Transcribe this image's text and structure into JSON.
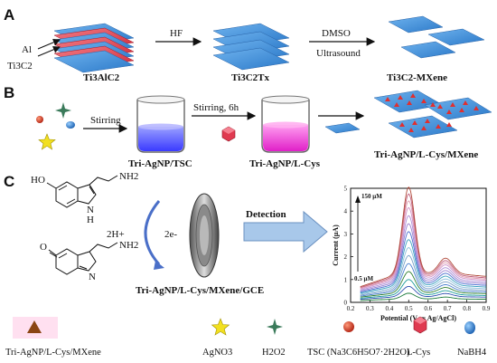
{
  "panels": {
    "a": {
      "letter": "A",
      "al_label": "Al",
      "ti3c2_label": "Ti3C2",
      "ti3alc2_label": "Ti3AlC2",
      "hf_label": "HF",
      "ti3c2tx_label": "Ti3C2Tx",
      "dmso_label": "DMSO",
      "ultrasound_label": "Ultrasound",
      "mxene_label": "Ti3C2-MXene"
    },
    "b": {
      "letter": "B",
      "stirring_label": "Stirring",
      "stirring6h_label": "Stirring, 6h",
      "tsc_label": "Tri-AgNP/TSC",
      "lcys_label": "Tri-AgNP/L-Cys",
      "composite_label": "Tri-AgNP/L-Cys/MXene"
    },
    "c": {
      "letter": "C",
      "proton_label": "2H+",
      "electron_label": "2e-",
      "detection_label": "Detection",
      "electrode_label": "Tri-AgNP/L-Cys/MXene/GCE",
      "nh2_top": "NH2",
      "nh2_bottom": "NH2",
      "oh_label": "HO",
      "nh_label": "N",
      "h_label": "H",
      "n_label": "N",
      "o_label": "O"
    }
  },
  "chart_data": {
    "type": "line",
    "xlabel": "Potential (V vs Ag/AgCl)",
    "ylabel": "Current (μA)",
    "xlim": [
      0.2,
      0.9
    ],
    "ylim": [
      0,
      5
    ],
    "xticks": [
      "0.2",
      "0.3",
      "0.4",
      "0.5",
      "0.6",
      "0.7",
      "0.8",
      "0.9"
    ],
    "yticks": [
      "0",
      "1",
      "2",
      "3",
      "4",
      "5"
    ],
    "annotation_high": "150 μM",
    "annotation_low": "0.5 μM",
    "peak_x": 0.5,
    "series": [
      {
        "peak": 0.4,
        "base": 0.15,
        "color": "#1b7a3a"
      },
      {
        "peak": 0.7,
        "base": 0.25,
        "color": "#2f4fb0"
      },
      {
        "peak": 1.0,
        "base": 0.33,
        "color": "#1a9a9a"
      },
      {
        "peak": 1.35,
        "base": 0.42,
        "color": "#2f7f2f"
      },
      {
        "peak": 1.7,
        "base": 0.5,
        "color": "#4a7fd0"
      },
      {
        "peak": 2.05,
        "base": 0.58,
        "color": "#7aa0c8"
      },
      {
        "peak": 2.4,
        "base": 0.66,
        "color": "#8cc0dd"
      },
      {
        "peak": 2.75,
        "base": 0.74,
        "color": "#3aa0c0"
      },
      {
        "peak": 3.1,
        "base": 0.82,
        "color": "#4d6fd0"
      },
      {
        "peak": 3.45,
        "base": 0.9,
        "color": "#9a7fd0"
      },
      {
        "peak": 3.8,
        "base": 0.98,
        "color": "#b08fd8"
      },
      {
        "peak": 4.15,
        "base": 1.06,
        "color": "#d08fc8"
      },
      {
        "peak": 4.45,
        "base": 1.12,
        "color": "#e0a0b0"
      },
      {
        "peak": 4.75,
        "base": 1.18,
        "color": "#c05a7a"
      },
      {
        "peak": 5.05,
        "base": 1.25,
        "color": "#b04a3a"
      }
    ]
  },
  "legend": {
    "items": [
      {
        "label": "Tri-AgNP/L-Cys/MXene",
        "icon": "triangle-icon"
      },
      {
        "label": "AgNO3",
        "icon": "star-icon"
      },
      {
        "label": "H2O2",
        "icon": "sparkle-star-icon"
      },
      {
        "label": "TSC (Na3C6H5O7·2H2O)",
        "icon": "red-sphere-icon"
      },
      {
        "label": "L-Cys",
        "icon": "red-gem-icon"
      },
      {
        "label": "NaBH4",
        "icon": "blue-sphere-icon"
      }
    ]
  },
  "colors": {
    "sheet_blue": "#3d8fd6",
    "sheet_red": "#e0404a",
    "triangle_red": "#e03030",
    "arrow_fill": "#a8c8ea"
  }
}
